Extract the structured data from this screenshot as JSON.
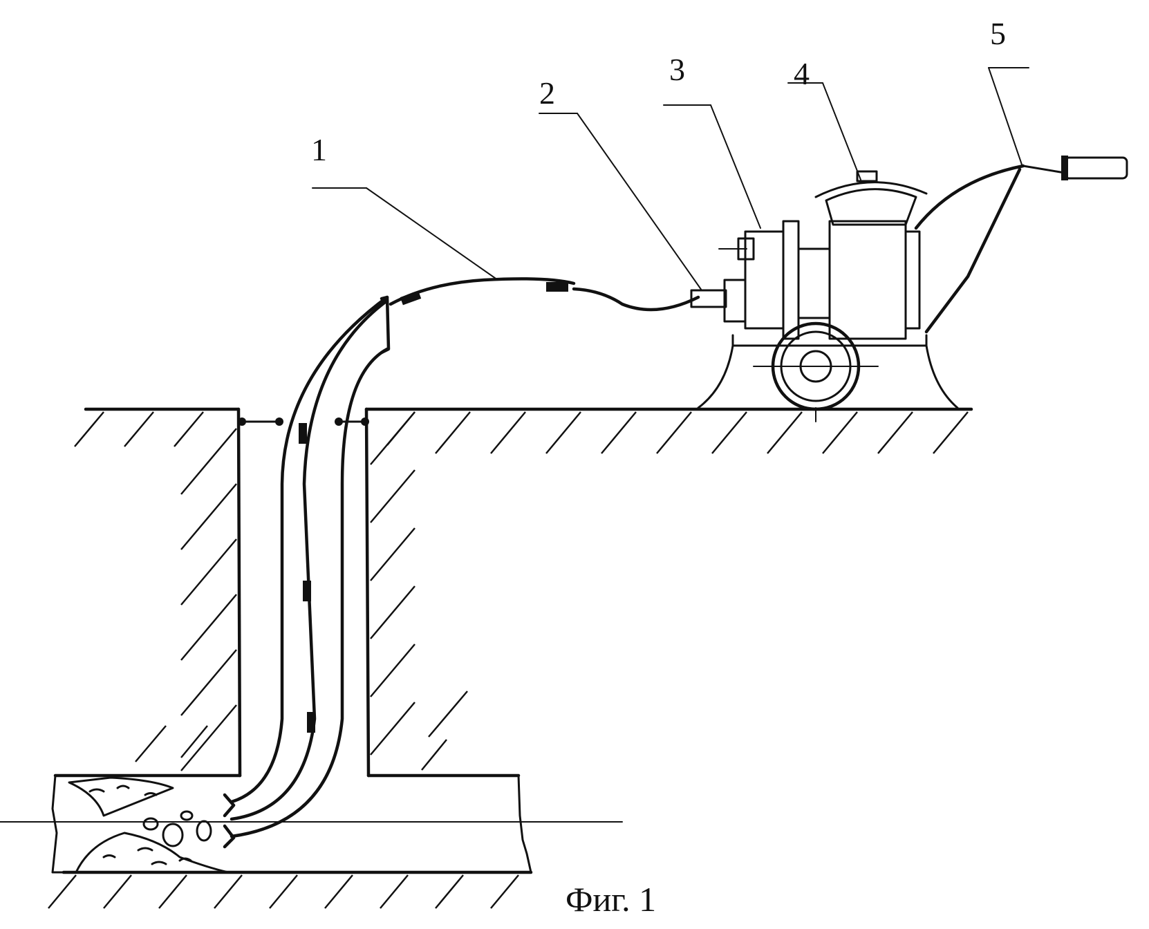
{
  "figure": {
    "caption": "Фиг. 1",
    "callouts": [
      {
        "id": "1",
        "text": "1"
      },
      {
        "id": "2",
        "text": "2"
      },
      {
        "id": "3",
        "text": "3"
      },
      {
        "id": "4",
        "text": "4"
      },
      {
        "id": "5",
        "text": "5"
      }
    ]
  }
}
